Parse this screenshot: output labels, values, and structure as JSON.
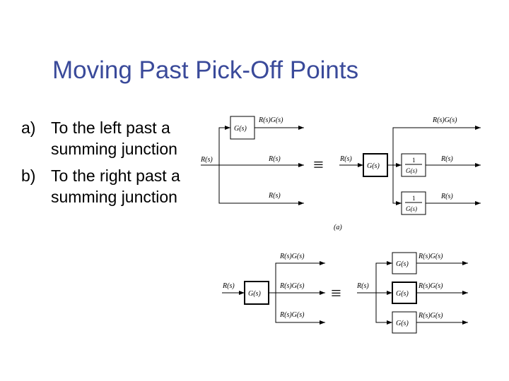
{
  "slide": {
    "title": "Moving Past Pick-Off Points",
    "bullets": [
      {
        "label": "a)",
        "text": "To the left past a summing junction"
      },
      {
        "label": "b)",
        "text": "To the right past a summing junction"
      }
    ]
  },
  "diagram_a": {
    "input": "R(s)",
    "block": "G(s)",
    "out_product": "R(s)G(s)",
    "out_plain": "R(s)",
    "inv_num": "1",
    "inv_den": "G(s)",
    "caption": "(a)",
    "equiv": "≡"
  },
  "diagram_b": {
    "input": "R(s)",
    "block": "G(s)",
    "out_product": "R(s)G(s)",
    "equiv": "≡"
  }
}
